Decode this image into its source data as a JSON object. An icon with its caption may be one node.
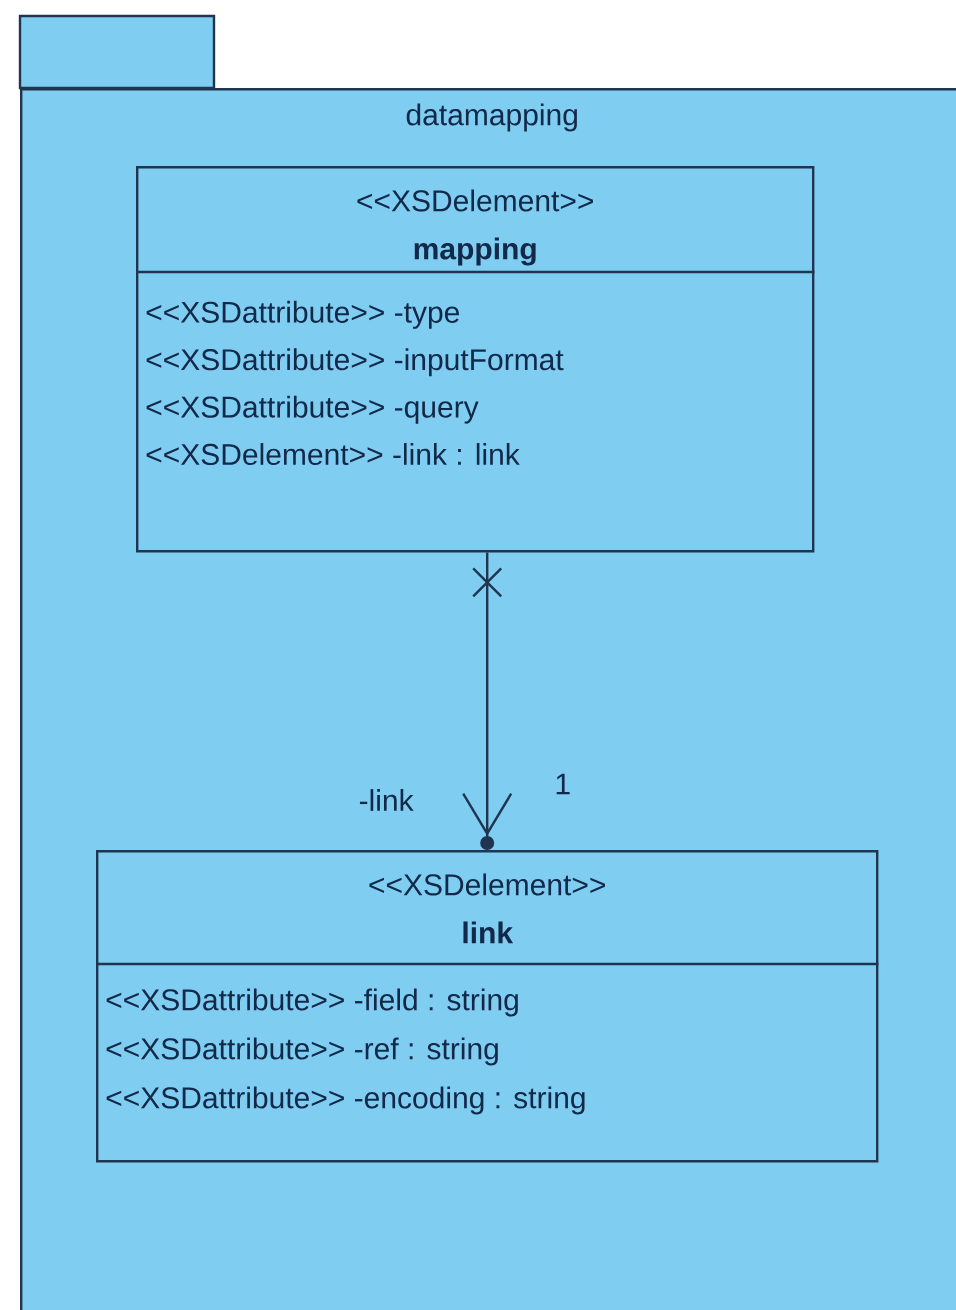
{
  "diagram": {
    "nodes": [
      {
        "text": [
          "datamapping"
        ]
      },
      {
        "text": [
          "<<XSDelement>>",
          "mapping",
          "<<XSDattribute>> -type",
          "<<XSDattribute>> -inputFormat",
          "<<XSDattribute>> -query",
          "<<XSDelement>> -link : link"
        ],
        "in": 0
      },
      {
        "text": [
          "<<XSDelement>>",
          "link",
          "<<XSDattribute>> -field : string",
          "<<XSDattribute>> -ref : string",
          "<<XSDattribute>> -encoding : string"
        ],
        "in": 0
      }
    ],
    "edges": [
      {
        "from": 1,
        "to": 2,
        "arrow": "to"
      }
    ],
    "labels": [
      "-link",
      "1"
    ]
  }
}
